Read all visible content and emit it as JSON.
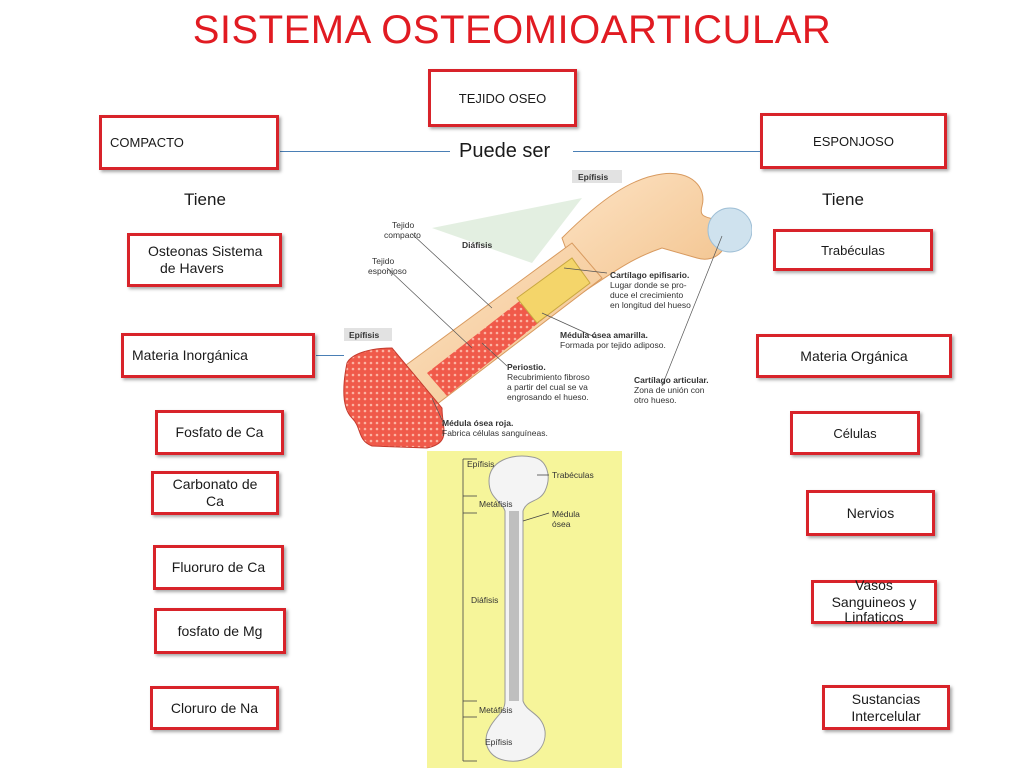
{
  "title": "SISTEMA OSTEOMIOARTICULAR",
  "tejido": "TEJIDO OSEO",
  "puede_ser": "Puede ser",
  "left": {
    "type": "COMPACTO",
    "tiene": "Tiene",
    "items": [
      "Osteonas Sistema",
      "de Havers",
      "Materia Inorgánica",
      "Fosfato de Ca",
      "Carbonato de",
      "Ca",
      "Fluoruro de Ca",
      "fosfato de Mg",
      "Cloruro de Na"
    ]
  },
  "right": {
    "type": "ESPONJOSO",
    "tiene": "Tiene",
    "items": [
      "Trabéculas",
      "Materia  Orgánica",
      "Células",
      "Nervios",
      "Vasos",
      "Sanguineos y",
      "Linfaticos",
      "Sustancias",
      "Intercelular"
    ]
  },
  "bone_labels": {
    "epifisis_top": "Epífisis",
    "tejido_compacto_1": "Tejido",
    "tejido_compacto_2": "compacto",
    "tejido_esponjoso_1": "Tejido",
    "tejido_esponjoso_2": "esponjoso",
    "diafisis": "Diáfisis",
    "cartilago_epif_1": "Cartílago epifisario.",
    "cartilago_epif_2": "Lugar donde se pro-",
    "cartilago_epif_3": "duce el crecimiento",
    "cartilago_epif_4": "en longitud del hueso",
    "epifisis_left": "Epífisis",
    "medula_amarilla_1": "Médula ósea amarilla.",
    "medula_amarilla_2": "Formada por tejido adiposo.",
    "periostio_1": "Periostio.",
    "periostio_2": "Recubrimiento fibroso",
    "periostio_3": "a partir del cual se va",
    "periostio_4": "engrosando el hueso.",
    "cartilago_art_1": "Cartílago articular.",
    "cartilago_art_2": "Zona de unión con",
    "cartilago_art_3": "otro hueso.",
    "medula_roja_1": "Médula ósea roja.",
    "medula_roja_2": "Fabrica células sanguíneas."
  },
  "bone2_labels": {
    "epifisis_top": "Epífisis",
    "trabeculas": "Trabéculas",
    "metafisis_top": "Metáfisis",
    "medula_1": "Médula",
    "medula_2": "ósea",
    "diafisis": "Diáfisis",
    "metafisis_bottom": "Metáfisis",
    "epifisis_bottom": "Epífisis"
  }
}
